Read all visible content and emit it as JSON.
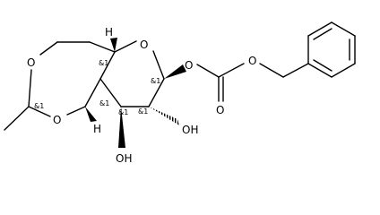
{
  "molecule": {
    "atom_labels": {
      "o_dioxane_top": "O",
      "o_dioxane_bottom": "O",
      "o_pyranose_ring": "O",
      "o_anomeric": "O",
      "o_carbonyl": "O",
      "o_benzyl": "O",
      "oh_c2": "OH",
      "oh_c3": "OH",
      "h_c5": "H",
      "h_c4": "H"
    },
    "stereo_labels": {
      "acetal": "&1",
      "c5": "&1",
      "c4": "&1",
      "c3": "&1",
      "c2": "&1",
      "c1": "&1"
    }
  }
}
